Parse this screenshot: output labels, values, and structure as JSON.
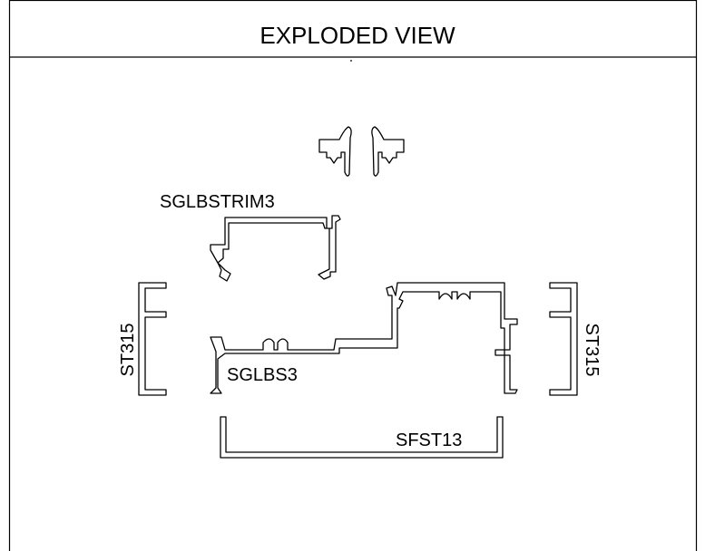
{
  "title": "EXPLODED VIEW",
  "labels": {
    "trim": "SGLBSTRIM3",
    "base": "SGLBS3",
    "sill": "SFST13",
    "left_jamb": "ST315",
    "right_jamb": "ST315"
  }
}
